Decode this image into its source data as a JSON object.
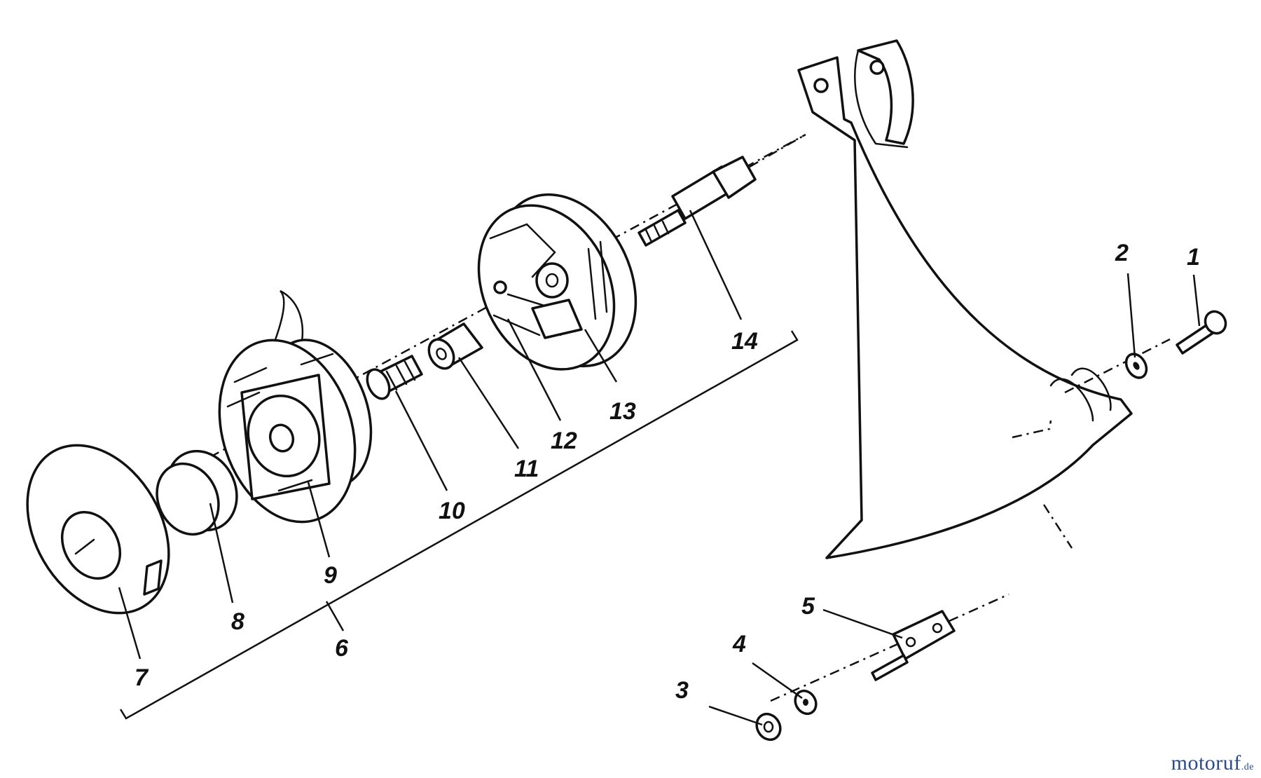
{
  "parts": [
    {
      "id": "callout-1",
      "number": "1"
    },
    {
      "id": "callout-2",
      "number": "2"
    },
    {
      "id": "callout-3",
      "number": "3"
    },
    {
      "id": "callout-4",
      "number": "4"
    },
    {
      "id": "callout-5",
      "number": "5"
    },
    {
      "id": "callout-6",
      "number": "6"
    },
    {
      "id": "callout-7",
      "number": "7"
    },
    {
      "id": "callout-8",
      "number": "8"
    },
    {
      "id": "callout-9",
      "number": "9"
    },
    {
      "id": "callout-10",
      "number": "10"
    },
    {
      "id": "callout-11",
      "number": "11"
    },
    {
      "id": "callout-12",
      "number": "12"
    },
    {
      "id": "callout-13",
      "number": "13"
    },
    {
      "id": "callout-14",
      "number": "14"
    }
  ],
  "watermark": {
    "brand_primary": "motoruf",
    "brand_suffix": ".de"
  },
  "colors": {
    "line": "#111111",
    "background": "#ffffff",
    "brand_blue": "#2b4a8a",
    "brand_orange": "#d77a1e"
  }
}
